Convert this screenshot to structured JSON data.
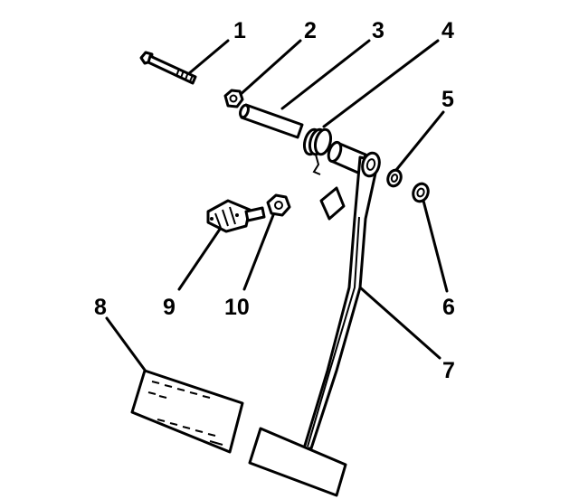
{
  "diagram": {
    "callouts": [
      {
        "id": "1",
        "text": "1"
      },
      {
        "id": "2",
        "text": "2"
      },
      {
        "id": "3",
        "text": "3"
      },
      {
        "id": "4",
        "text": "4"
      },
      {
        "id": "5",
        "text": "5"
      },
      {
        "id": "6",
        "text": "6"
      },
      {
        "id": "7",
        "text": "7"
      },
      {
        "id": "8",
        "text": "8"
      },
      {
        "id": "9",
        "text": "9"
      },
      {
        "id": "10",
        "text": "10"
      }
    ],
    "parts": [
      {
        "callout": "1",
        "icon": "bolt-icon"
      },
      {
        "callout": "2",
        "icon": "nut-icon"
      },
      {
        "callout": "3",
        "icon": "pivot-pin-icon"
      },
      {
        "callout": "4",
        "icon": "return-spring-icon"
      },
      {
        "callout": "5",
        "icon": "bushing-icon"
      },
      {
        "callout": "6",
        "icon": "bushing-icon"
      },
      {
        "callout": "7",
        "icon": "pedal-arm-icon"
      },
      {
        "callout": "8",
        "icon": "pedal-pad-icon"
      },
      {
        "callout": "9",
        "icon": "stop-lamp-switch-icon"
      },
      {
        "callout": "10",
        "icon": "nut-icon"
      }
    ],
    "colors": {
      "ink": "#000000",
      "background": "#ffffff"
    }
  }
}
